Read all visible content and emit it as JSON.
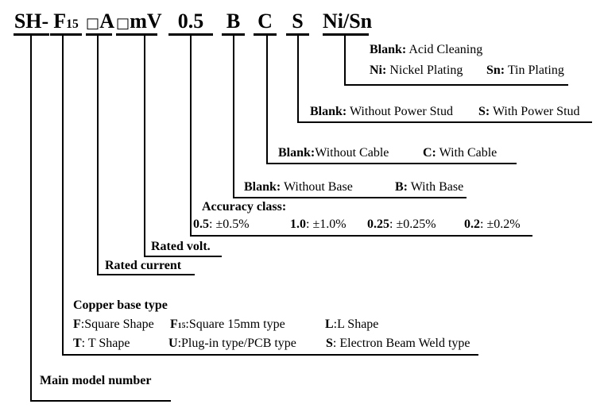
{
  "colors": {
    "ink": "#000000",
    "background": "#ffffff"
  },
  "model_code": {
    "segments": [
      {
        "text": "SH-"
      },
      {
        "text": "F",
        "sub": "15"
      },
      {
        "square": "□",
        "text": "A"
      },
      {
        "square": "□",
        "text": "mV"
      },
      {
        "text": "0.5"
      },
      {
        "text": "B"
      },
      {
        "text": "C"
      },
      {
        "text": "S"
      },
      {
        "text": "Ni/Sn"
      }
    ]
  },
  "legend": {
    "plating": {
      "rows": [
        {
          "items": [
            {
              "key": "Blank:",
              "desc": " Acid Cleaning"
            }
          ]
        },
        {
          "items": [
            {
              "key": "Ni:",
              "desc": " Nickel Plating"
            },
            {
              "key": "Sn:",
              "desc": " Tin Plating"
            }
          ]
        }
      ]
    },
    "power_stud": {
      "rows": [
        {
          "items": [
            {
              "key": "Blank:",
              "desc": " Without Power Stud"
            },
            {
              "key": "S:",
              "desc": " With Power Stud"
            }
          ]
        }
      ]
    },
    "cable": {
      "rows": [
        {
          "items": [
            {
              "key": "Blank:",
              "desc": "Without Cable"
            },
            {
              "key": "C:",
              "desc": " With Cable"
            }
          ]
        }
      ]
    },
    "base": {
      "rows": [
        {
          "items": [
            {
              "key": "Blank:",
              "desc": " Without Base"
            },
            {
              "key": "B:",
              "desc": " With Base"
            }
          ]
        }
      ]
    },
    "accuracy": {
      "title": "Accuracy class:",
      "rows": [
        {
          "items": [
            {
              "key": "0.5",
              "desc": ": ±0.5%"
            },
            {
              "key": "1.0",
              "desc": ": ±1.0%"
            },
            {
              "key": "0.25",
              "desc": ": ±0.25%"
            },
            {
              "key": "0.2",
              "desc": ": ±0.2%"
            }
          ]
        }
      ]
    },
    "rated_volt": {
      "label": "Rated volt."
    },
    "rated_current": {
      "label": "Rated current"
    },
    "copper_base": {
      "title": "Copper base type",
      "rows": [
        {
          "items": [
            {
              "key": "F",
              "desc": ":Square Shape"
            },
            {
              "key": "F",
              "sub": "15",
              "desc": ":Square 15mm type"
            },
            {
              "key": "L",
              "desc": ":L Shape"
            }
          ]
        },
        {
          "items": [
            {
              "key": "T",
              "desc": ": T Shape"
            },
            {
              "key": "U",
              "desc": ":Plug-in type/PCB type"
            },
            {
              "key": "S",
              "desc": ": Electron Beam Weld type"
            }
          ]
        }
      ]
    },
    "main_model": {
      "label": "Main model number"
    }
  }
}
